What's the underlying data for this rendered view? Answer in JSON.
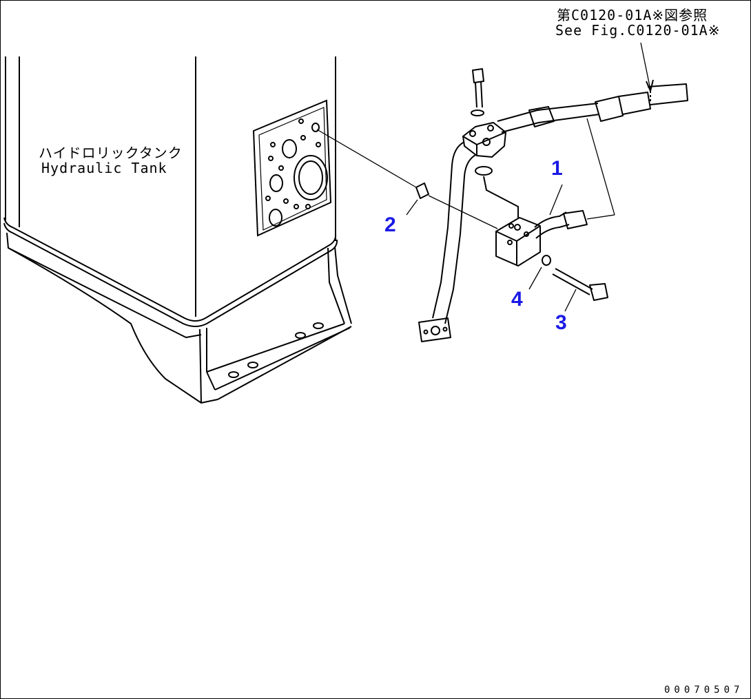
{
  "reference": {
    "jp": "第C0120-01A※図参照",
    "en": "See Fig.C0120-01A※"
  },
  "tank_label": {
    "jp": "ハイドロリックタンク",
    "en": "Hydraulic Tank"
  },
  "callouts": [
    "1",
    "2",
    "3",
    "4"
  ],
  "drawing_code": "00070507",
  "colors": {
    "line": "#000000",
    "callout": "#1a1ae6",
    "background": "#ffffff"
  }
}
